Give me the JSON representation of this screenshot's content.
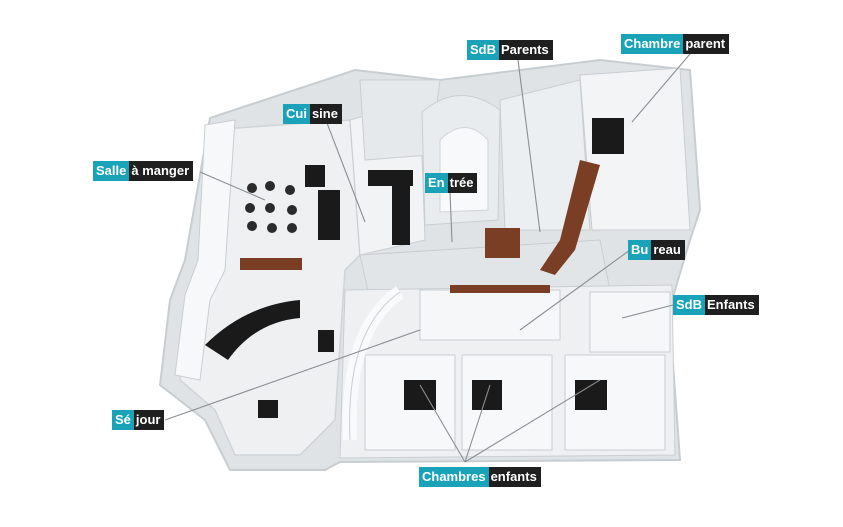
{
  "labels": {
    "salle_a_manger": {
      "a": "Salle",
      "b": "à manger"
    },
    "cuisine": {
      "a": "Cui",
      "b": "sine"
    },
    "entree": {
      "a": "En",
      "b": "trée"
    },
    "sdb_parents": {
      "a": "SdB",
      "b": "Parents"
    },
    "chambre_parent": {
      "a": "Chambre",
      "b": "parent"
    },
    "bureau": {
      "a": "Bu",
      "b": "reau"
    },
    "sdb_enfants": {
      "a": "SdB",
      "b": "Enfants"
    },
    "sejour": {
      "a": "Sé",
      "b": "jour"
    },
    "chambres_enfants": {
      "a": "Chambres",
      "b": "enfants"
    }
  },
  "colors": {
    "accent": "#1aa3b8",
    "dark": "#1f1f1f",
    "walls": "#f4f5f6",
    "floor": "#e3e6e9",
    "furniture": "#1a1a1a",
    "wood": "#7a3e25"
  }
}
